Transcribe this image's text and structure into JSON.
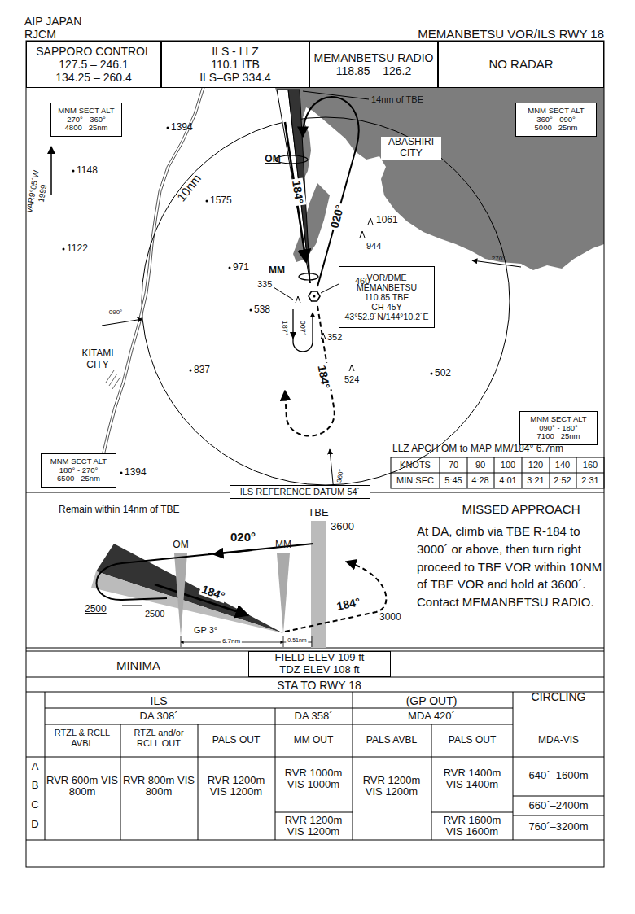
{
  "diagram": {
    "title": "MEMANBETSU VOR/ILS RWY 18",
    "nodes": [
      {
        "text": [
          "SAPPORO CONTROL",
          "127.5 – 246.1",
          "134.25 – 260.4"
        ]
      },
      {
        "text": [
          "ILS - LLZ",
          "110.1 ITB",
          "ILS–GP 334.4"
        ]
      },
      {
        "text": [
          "MEMANBETSU RADIO",
          "118.85 – 126.2"
        ]
      },
      {
        "text": [
          "NO RADAR"
        ]
      },
      {
        "text": [
          "MNM SECT ALT",
          "270° - 360°",
          "4800   25nm"
        ]
      },
      {
        "text": [
          "MNM SECT ALT",
          "360° - 090°",
          "5000   25nm"
        ]
      },
      {
        "text": [
          "VOR/DME",
          "MEMANBETSU",
          "110.85 TBE",
          "CH-45Y",
          "43°52.9´N/144°10.2´E"
        ]
      },
      {
        "text": [
          "MNM SECT ALT",
          "090° - 180°",
          "7100   25nm"
        ]
      },
      {
        "text": [
          "MNM SECT ALT",
          "180° - 270°",
          "6500   25nm"
        ]
      },
      {
        "text": [
          "ILS REFERENCE DATUM 54´"
        ]
      },
      {
        "text": [
          "FIELD ELEV 109 ft",
          "TDZ ELEV 108 ft"
        ]
      }
    ],
    "labels": [
      "AIP JAPAN",
      "RJCM",
      "1394",
      "1148",
      "1575",
      "1122",
      "971",
      "335",
      "538",
      "460",
      "352",
      "524",
      "502",
      "837",
      "1394",
      "1061",
      "944",
      "10nm",
      "14nm of TBE",
      "OM",
      "MM",
      "184°",
      "020°",
      "ABASHIRI CITY",
      "KITAMI CITY",
      "VAR9°05´W 1999",
      "090°",
      "270°",
      "360°",
      "187°",
      "007°",
      "184°",
      "LLZ APCH OM to MAP MM/184° 6.7nm",
      "KNOTS",
      "70",
      "90",
      "100",
      "120",
      "140",
      "160",
      "MIN:SEC",
      "5:45",
      "4:28",
      "4:01",
      "3:21",
      "2:52",
      "2:31",
      "Remain within 14nm of TBE",
      "TBE",
      "3600",
      "020°",
      "OM",
      "MM",
      "2500",
      "2500",
      "184°",
      "184°",
      "3000",
      "GP 3°",
      "6.7nm",
      "0.51nm",
      "MISSED APPROACH",
      "At DA, climb via TBE R-184 to 3000´ or above, then turn right proceed to TBE VOR within 10NM of TBE VOR and hold at 3600´. Contact MEMANBETSU RADIO.",
      "MINIMA",
      "STA TO RWY 18",
      "ILS",
      "(GP OUT)",
      "CIRCLING",
      "DA 308´",
      "DA 358´",
      "MDA 420´",
      "RTZL & RCLL AVBL",
      "RTZL and/or RCLL OUT",
      "PALS OUT",
      "MM OUT",
      "PALS AVBL",
      "PALS OUT",
      "MDA-VIS",
      "A",
      "B",
      "C",
      "D",
      "RVR 600m VIS 800m",
      "RVR 800m VIS 800m",
      "RVR 1200m VIS 1200m",
      "RVR 1000m VIS 1000m",
      "RVR 1200m VIS 1200m",
      "RVR 1200m VIS 1200m",
      "RVR 1400m VIS 1400m",
      "RVR 1600m VIS 1600m",
      "640´–1600m",
      "660´–2400m",
      "760´–3200m"
    ]
  }
}
